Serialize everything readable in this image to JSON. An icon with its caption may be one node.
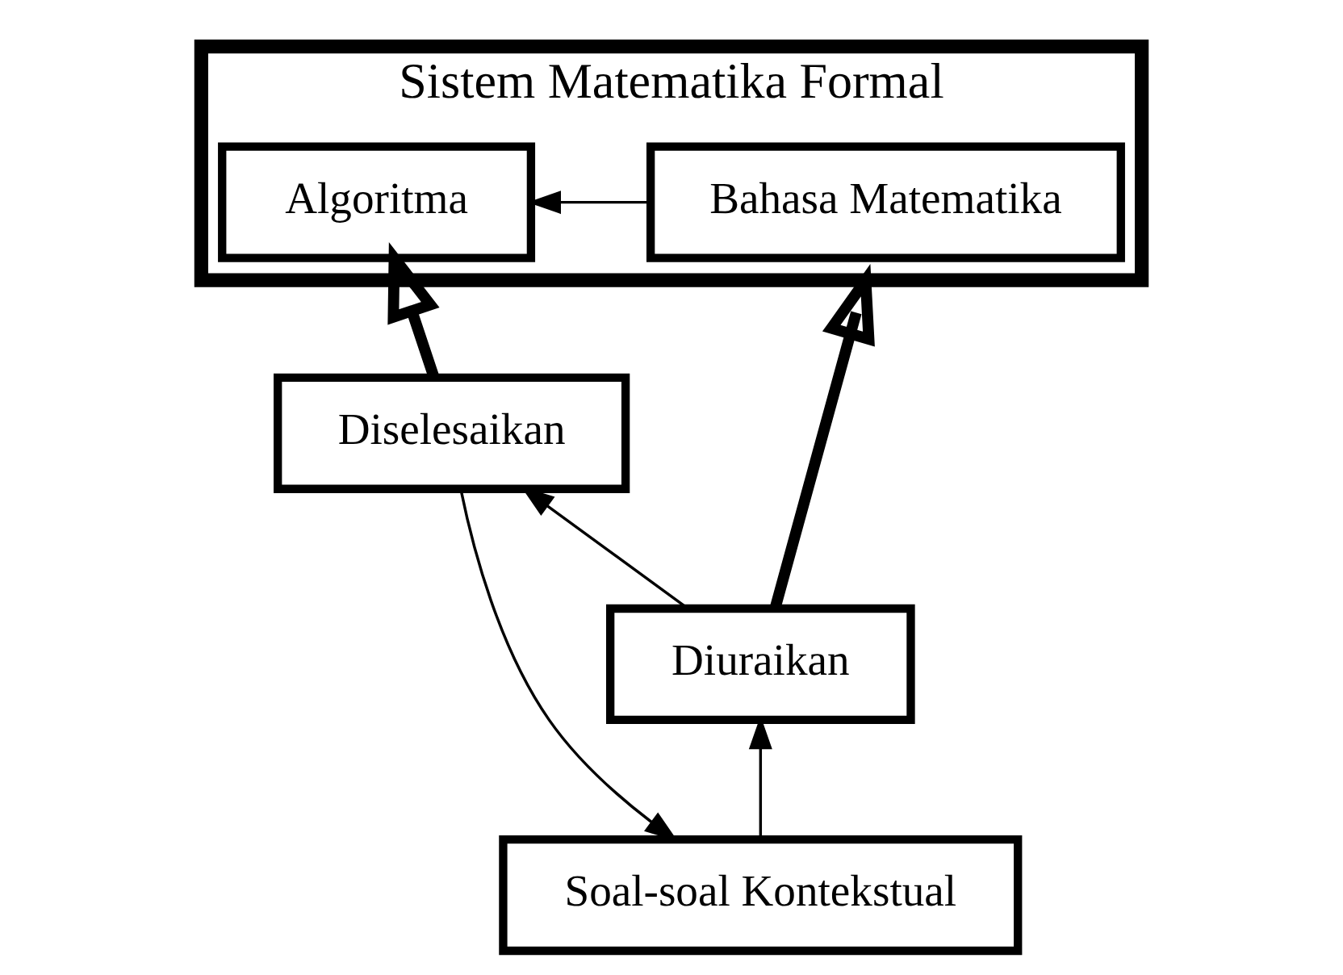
{
  "diagram": {
    "nodes": [
      {
        "text": [
          "Sistem Matematika Formal"
        ]
      },
      {
        "text": [
          "Bahasa Matematika"
        ],
        "in": 0
      },
      {
        "text": [
          "Algoritma"
        ],
        "in": 0
      },
      {
        "text": [
          "Diselesaikan"
        ]
      },
      {
        "text": [
          "Diuraikan"
        ]
      },
      {
        "text": [
          "Soal-soal Kontekstual"
        ]
      }
    ],
    "edges": [
      {
        "from": 1,
        "to": 2,
        "arrow": "to"
      },
      {
        "from": 4,
        "to": 0,
        "arrow": "to",
        "style": "thick"
      },
      {
        "from": 3,
        "to": 2,
        "arrow": "to",
        "style": "thick"
      },
      {
        "from": 4,
        "to": 3,
        "arrow": "to"
      },
      {
        "from": 3,
        "to": 5,
        "arrow": "to"
      },
      {
        "from": 5,
        "to": 4,
        "arrow": "to"
      }
    ]
  }
}
